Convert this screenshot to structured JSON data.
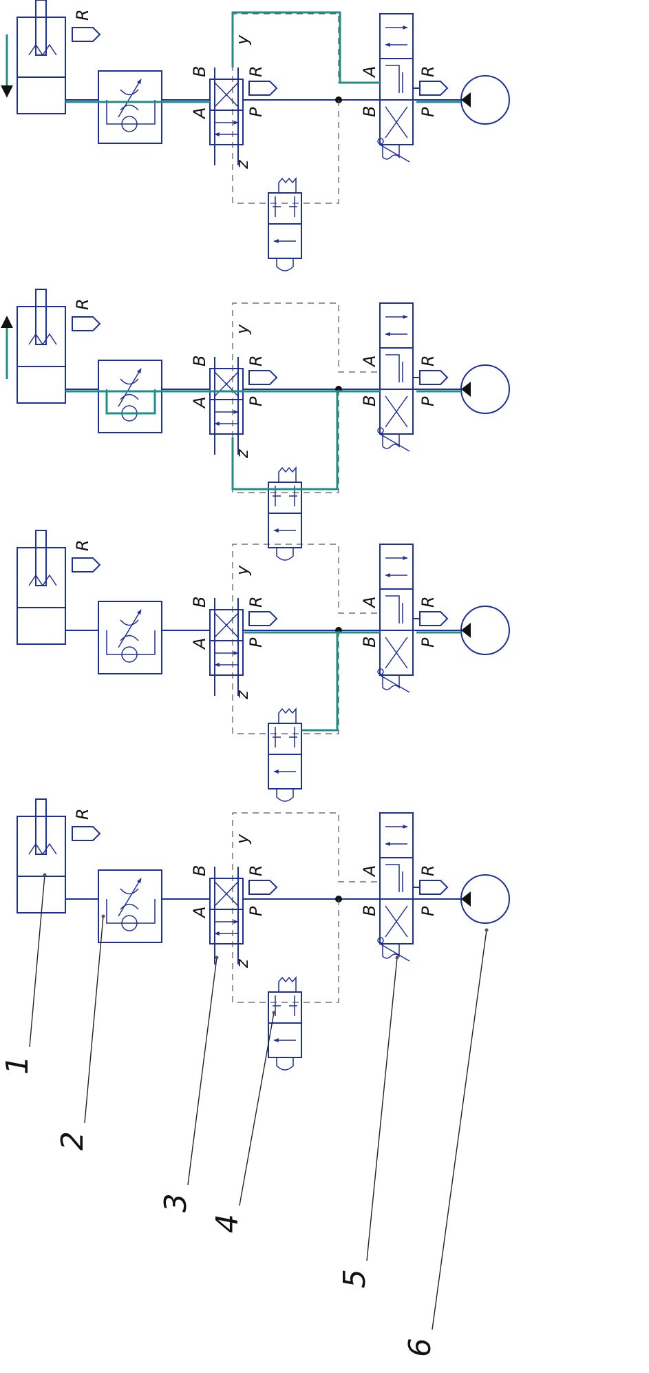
{
  "diagram": {
    "port_labels": {
      "A": "A",
      "B": "B",
      "P": "P",
      "R": "R",
      "y": "y",
      "z": "z"
    },
    "component_numbers": [
      "1",
      "2",
      "3",
      "4",
      "5",
      "6"
    ],
    "colors": {
      "lines": "#1d2f9a",
      "flow": "#1f8f86",
      "pilot": "#555555",
      "ink": "#111111"
    }
  }
}
